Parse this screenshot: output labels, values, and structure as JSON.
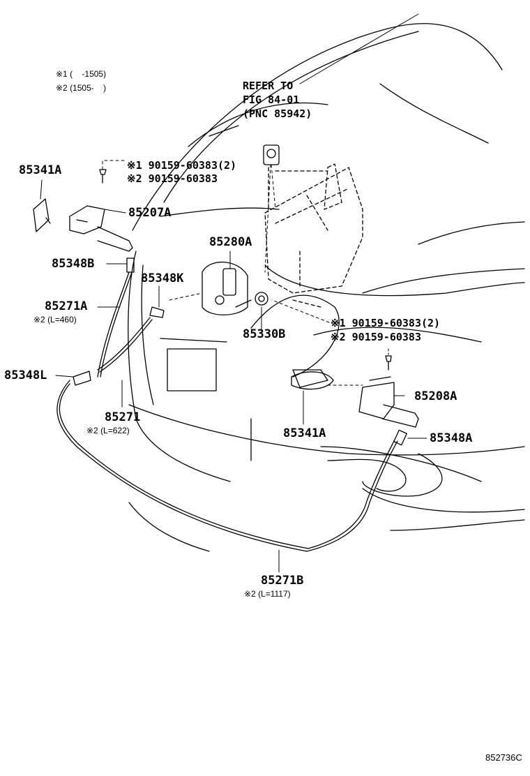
{
  "diagram_id": "852736C",
  "legend": {
    "mark1_note": "※1 (    -1505)",
    "mark2_note": "※2 (1505-    )"
  },
  "refer": {
    "line1": "REFER TO",
    "line2": "FIG 84-01",
    "line3": "(PNC 85942)"
  },
  "parts": {
    "p85341A_left": "85341A",
    "bolt_top_1": "※1 90159-60383(2)",
    "bolt_top_2": "※2 90159-60383",
    "p85207A": "85207A",
    "p85280A": "85280A",
    "p85348B": "85348B",
    "p85348K": "85348K",
    "p85271A": "85271A",
    "p85271A_note": "※2 (L=460)",
    "p85330B": "85330B",
    "bolt_right_1": "※1 90159-60383(2)",
    "bolt_right_2": "※2 90159-60383",
    "p85348L": "85348L",
    "p85208A": "85208A",
    "p85271": "85271",
    "p85271_note": "※2 (L=622)",
    "p85341A_right": "85341A",
    "p85348A": "85348A",
    "p85271B": "85271B",
    "p85271B_note": "※2 (L=1117)"
  }
}
